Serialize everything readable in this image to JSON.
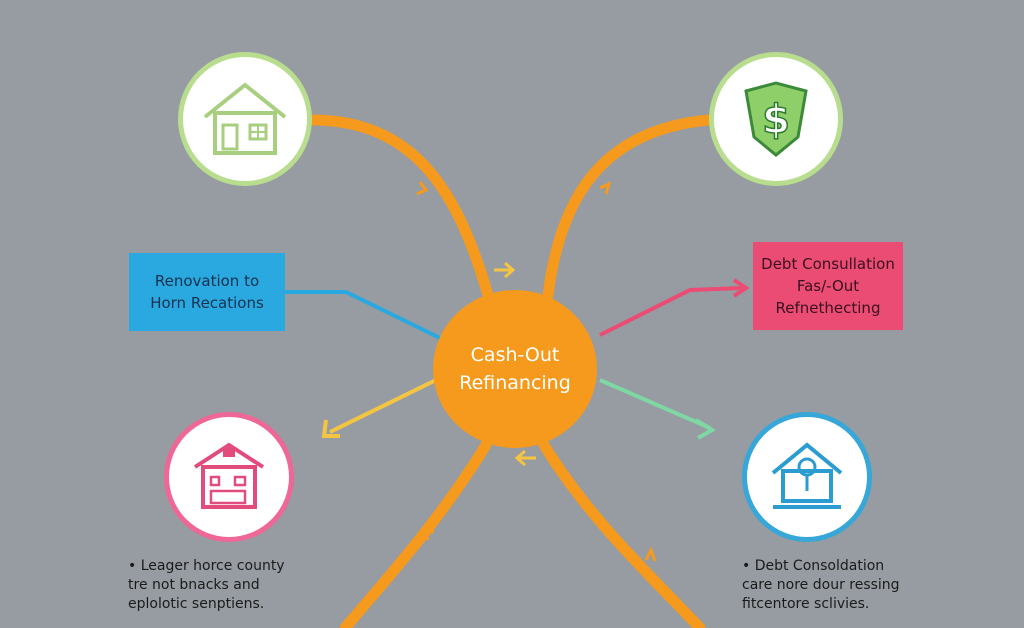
{
  "center": {
    "line1": "Cash-Out",
    "line2": "Refinancing"
  },
  "left_box": {
    "line1": "Renovation to",
    "line2": "Horn Recations"
  },
  "right_box": {
    "line1": "Debt Consullation",
    "line2": "Fas/-Out",
    "line3": "Refnethecting"
  },
  "note_left": {
    "line1": "• Leager horce county",
    "line2": "tre not bnacks and",
    "line3": "eplolotic senptiens."
  },
  "note_right": {
    "line1": "• Debt Consoldation",
    "line2": "care nore dour ressing",
    "line3": "fitcentore sclivies."
  },
  "icons": {
    "top_left": "house-icon",
    "top_right": "dollar-shield-icon",
    "bottom_left": "house-icon",
    "bottom_right": "house-key-icon"
  },
  "colors": {
    "background": "#969ca1",
    "center": "#f59a1c",
    "connector": "#f59a1c",
    "green_ring": "#b9dd8e",
    "pink": "#ea4c73",
    "blue": "#2aa8e0",
    "teal_arrow": "#7fd7a4",
    "yellow_arrow": "#f5c542"
  }
}
